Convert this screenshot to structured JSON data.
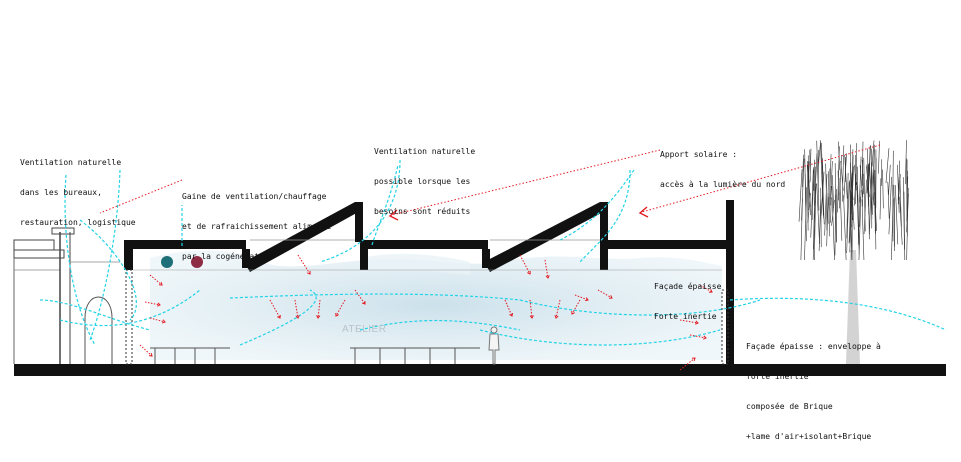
{
  "colors": {
    "airflow": "#22d3e6",
    "solar": "#e31b23",
    "structure": "#111111",
    "duct_teal": "#1f6f78",
    "duct_red": "#8e2b45",
    "air_zone": "#d6e8f0"
  },
  "labels": {
    "vent_bureaux": [
      "Ventilation naturelle",
      "dans les bureaux,",
      "restauration, logistique"
    ],
    "gaine": [
      "Gaine de ventilation/chauffage",
      "et de rafraichissement alimenté",
      "par la cogénération"
    ],
    "vent_possible": [
      "Ventilation naturelle",
      "possible lorsque les",
      "besoins sont réduits"
    ],
    "apport_solaire": [
      "Apport solaire :",
      "accès à la lumière du nord"
    ],
    "facade_inertie": [
      "Façade épaisse",
      "Forte inertie"
    ],
    "facade_enveloppe": [
      "Façade épaisse : enveloppe à",
      "forte inertie",
      "composée de Brique",
      "+lame d'air+isolant+Brique"
    ],
    "atelier": "ATELIER"
  },
  "icons": [
    "tree-icon",
    "person-icon",
    "duct-teal-icon",
    "duct-red-icon"
  ]
}
